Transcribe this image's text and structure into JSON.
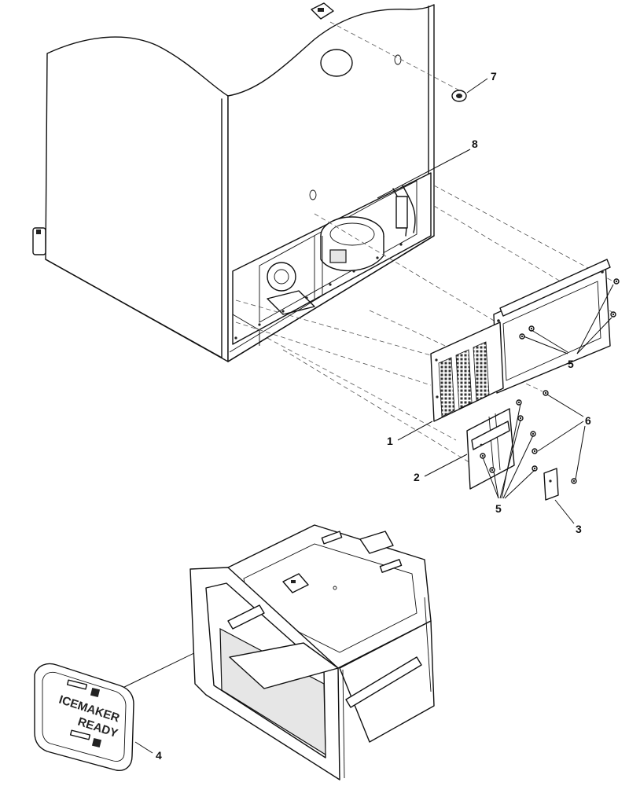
{
  "callouts": [
    {
      "id": "1",
      "text": "1"
    },
    {
      "id": "2",
      "text": "2"
    },
    {
      "id": "3",
      "text": "3"
    },
    {
      "id": "4",
      "text": "4"
    },
    {
      "id": "5a",
      "text": "5"
    },
    {
      "id": "5b",
      "text": "5"
    },
    {
      "id": "6",
      "text": "6"
    },
    {
      "id": "7",
      "text": "7"
    },
    {
      "id": "8",
      "text": "8"
    }
  ],
  "cover_label": {
    "line1": "ICEMAKER",
    "line2": "READY"
  }
}
